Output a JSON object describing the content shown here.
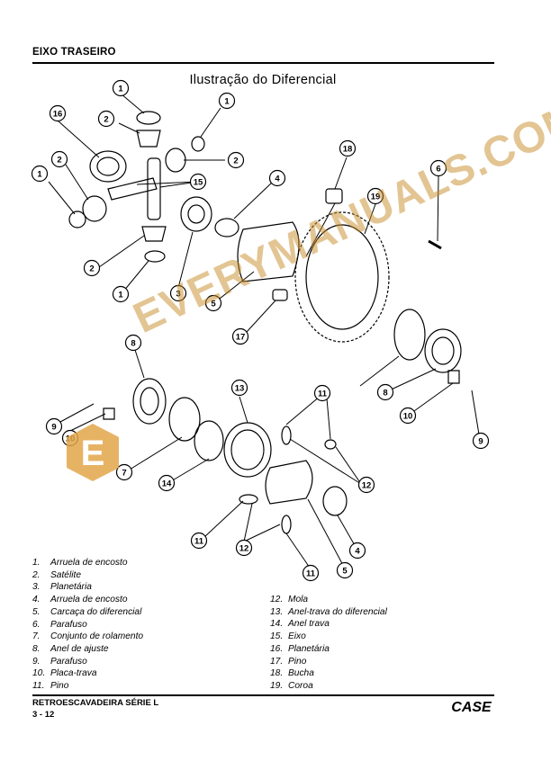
{
  "header": {
    "section": "EIXO TRASEIRO"
  },
  "figure": {
    "title": "Ilustração do Diferencial",
    "callouts": [
      "1",
      "2",
      "16",
      "1",
      "2",
      "1",
      "2",
      "15",
      "2",
      "1",
      "3",
      "18",
      "4",
      "19",
      "6",
      "5",
      "17",
      "8",
      "11",
      "9",
      "10",
      "13",
      "7",
      "14",
      "12",
      "11",
      "12",
      "4",
      "5",
      "11",
      "8",
      "10",
      "9"
    ]
  },
  "legend": {
    "col1": [
      {
        "num": "1.",
        "text": "Arruela de encosto"
      },
      {
        "num": "2.",
        "text": "Satélite"
      },
      {
        "num": "3.",
        "text": "Planetária"
      },
      {
        "num": "4.",
        "text": "Arruela de encosto"
      },
      {
        "num": "5.",
        "text": "Carcaça do diferencial"
      },
      {
        "num": "6.",
        "text": "Parafuso"
      },
      {
        "num": "7.",
        "text": "Conjunto de rolamento"
      },
      {
        "num": "8.",
        "text": "Anel de ajuste"
      },
      {
        "num": "9.",
        "text": "Parafuso"
      },
      {
        "num": "10.",
        "text": "Placa-trava"
      },
      {
        "num": "11.",
        "text": "Pino"
      }
    ],
    "col2": [
      {
        "num": "12.",
        "text": "Mola"
      },
      {
        "num": "13.",
        "text": "Anel-trava do diferencial"
      },
      {
        "num": "14.",
        "text": "Anel trava"
      },
      {
        "num": "15.",
        "text": "Eixo"
      },
      {
        "num": "16.",
        "text": "Planetária"
      },
      {
        "num": "17.",
        "text": "Pino"
      },
      {
        "num": "18.",
        "text": "Bucha"
      },
      {
        "num": "19.",
        "text": "Coroa"
      }
    ]
  },
  "footer": {
    "title": "RETROESCAVADEIRA SÉRIE L",
    "page": "3 - 12",
    "logo": "CASE"
  },
  "watermark": {
    "text": "EVERYMANUALS.COM",
    "badge": "E"
  },
  "colors": {
    "ink": "#000000",
    "watermark": "#d4913a"
  }
}
